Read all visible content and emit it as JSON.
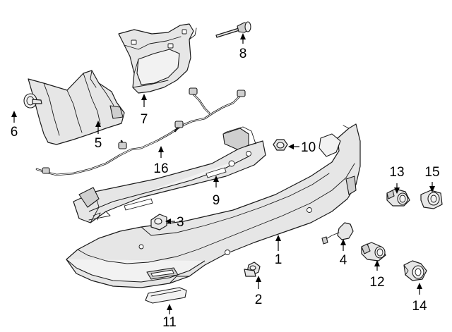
{
  "callouts": [
    {
      "id": "1",
      "text": "1"
    },
    {
      "id": "2",
      "text": "2"
    },
    {
      "id": "3",
      "text": "3"
    },
    {
      "id": "4",
      "text": "4"
    },
    {
      "id": "5",
      "text": "5"
    },
    {
      "id": "6",
      "text": "6"
    },
    {
      "id": "7",
      "text": "7"
    },
    {
      "id": "8",
      "text": "8"
    },
    {
      "id": "9",
      "text": "9"
    },
    {
      "id": "10",
      "text": "10"
    },
    {
      "id": "11",
      "text": "11"
    },
    {
      "id": "12",
      "text": "12"
    },
    {
      "id": "13",
      "text": "13"
    },
    {
      "id": "14",
      "text": "14"
    },
    {
      "id": "15",
      "text": "15"
    },
    {
      "id": "16",
      "text": "16"
    }
  ],
  "colors": {
    "line": "#1a1a1a",
    "fill": "#e6e6e6",
    "background": "#ffffff"
  }
}
